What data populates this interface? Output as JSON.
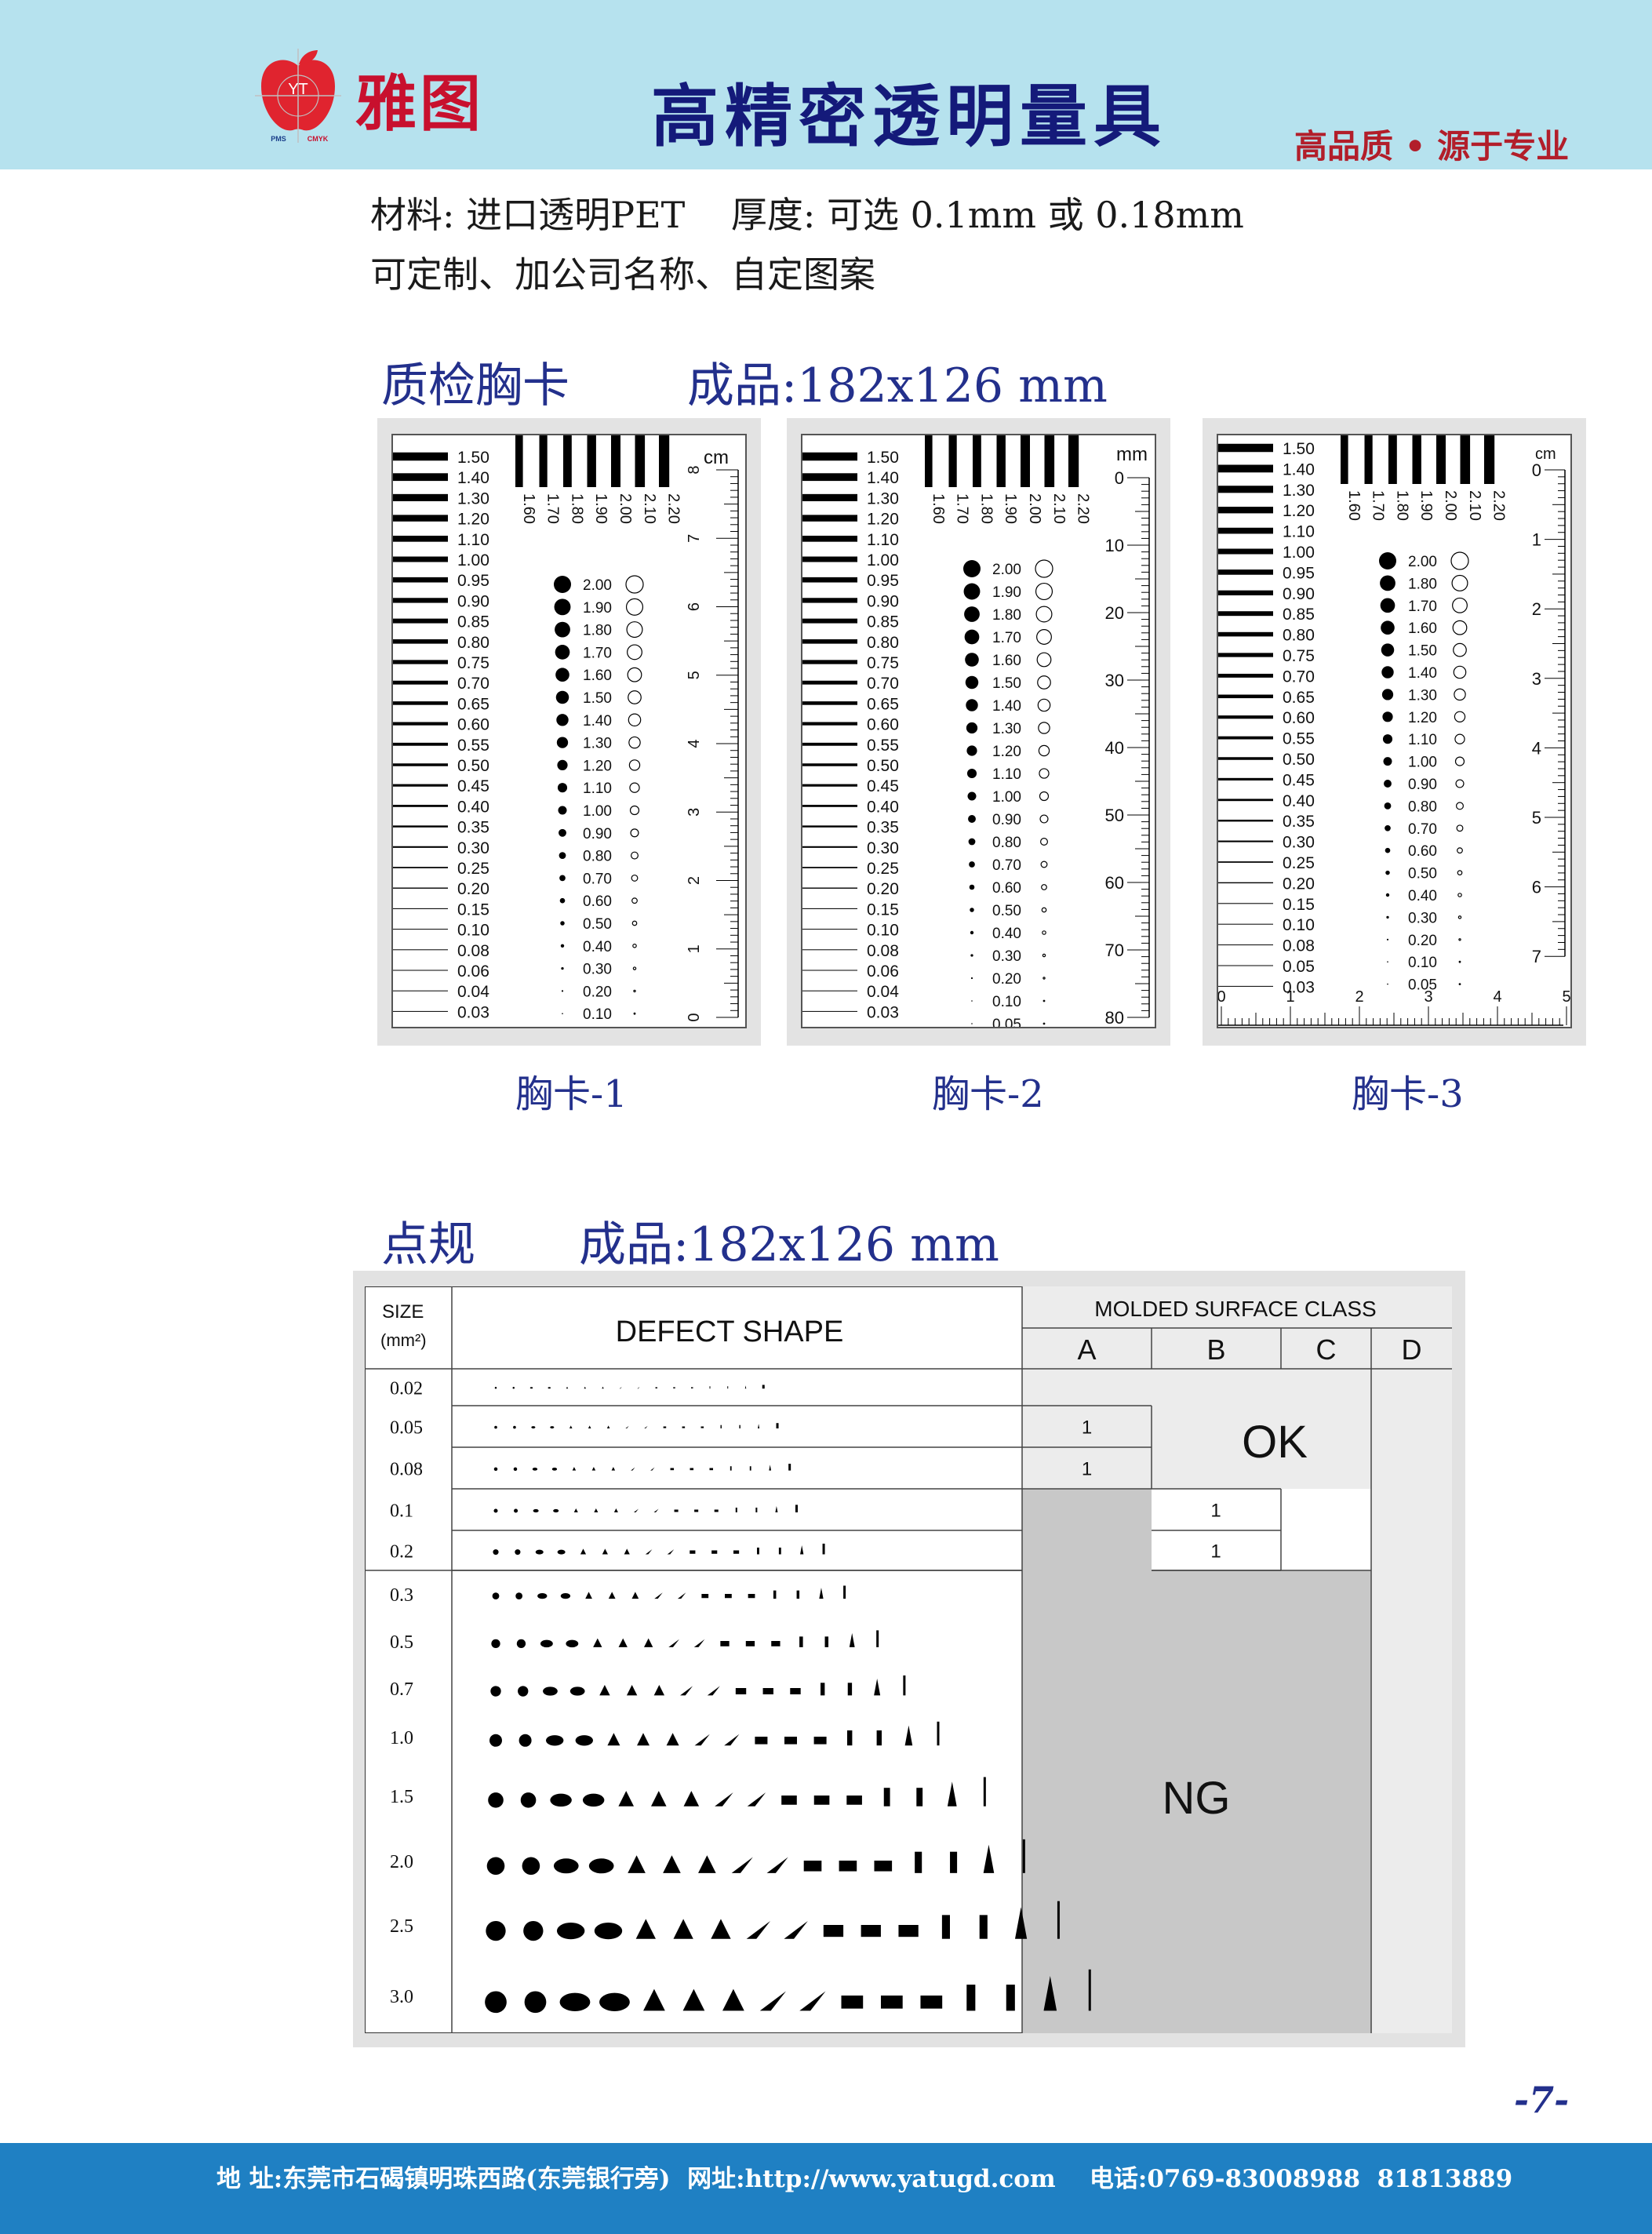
{
  "header": {
    "logo_text": "YT",
    "logo_sub_left": "PMS",
    "logo_sub_right": "CMYK",
    "brand": "雅图",
    "title": "高精密透明量具",
    "tagline": "高品质 • 源于专业",
    "colors": {
      "band": "#b6e2ee",
      "brand": "#c8102e",
      "title": "#141a7a"
    }
  },
  "specs": {
    "line1": "材料: 进口透明PET    厚度: 可选 0.1mm 或 0.18mm",
    "line2": "可定制、加公司名称、自定图案"
  },
  "section1": {
    "title": "质检胸卡",
    "size": "成品:182x126 mm",
    "cards": [
      {
        "caption": "胸卡-1",
        "unit": "cm"
      },
      {
        "caption": "胸卡-2",
        "unit": "mm"
      },
      {
        "caption": "胸卡-3",
        "unit": "cm"
      }
    ],
    "line_widths": [
      "1.50",
      "1.40",
      "1.30",
      "1.20",
      "1.10",
      "1.00",
      "0.95",
      "0.90",
      "0.85",
      "0.80",
      "0.75",
      "0.70",
      "0.65",
      "0.60",
      "0.55",
      "0.50",
      "0.45",
      "0.40",
      "0.35",
      "0.30",
      "0.25",
      "0.20",
      "0.15",
      "0.10",
      "0.08",
      "0.06",
      "0.04",
      "0.03"
    ],
    "line_widths_card3": [
      "1.50",
      "1.40",
      "1.30",
      "1.20",
      "1.10",
      "1.00",
      "0.95",
      "0.90",
      "0.85",
      "0.80",
      "0.75",
      "0.70",
      "0.65",
      "0.60",
      "0.55",
      "0.50",
      "0.45",
      "0.40",
      "0.35",
      "0.30",
      "0.25",
      "0.20",
      "0.15",
      "0.10",
      "0.08",
      "0.05",
      "0.03"
    ],
    "bar_labels": [
      "1.60",
      "1.70",
      "1.80",
      "1.90",
      "2.00",
      "2.10",
      "2.20"
    ],
    "dot_sizes": [
      "2.00",
      "1.90",
      "1.80",
      "1.70",
      "1.60",
      "1.50",
      "1.40",
      "1.30",
      "1.20",
      "1.10",
      "1.00",
      "0.90",
      "0.80",
      "0.70",
      "0.60",
      "0.50",
      "0.40",
      "0.30",
      "0.20",
      "0.10",
      "0.05"
    ],
    "dot_sizes_card3": [
      "2.00",
      "1.80",
      "1.70",
      "1.60",
      "1.50",
      "1.40",
      "1.30",
      "1.20",
      "1.10",
      "1.00",
      "0.90",
      "0.80",
      "0.70",
      "0.60",
      "0.50",
      "0.40",
      "0.30",
      "0.20",
      "0.10",
      "0.05"
    ],
    "ruler_cm": [
      "0",
      "1",
      "2",
      "3",
      "4",
      "5",
      "6",
      "7",
      "8"
    ],
    "ruler_mm": [
      "0",
      "10",
      "20",
      "30",
      "40",
      "50",
      "60",
      "70",
      "80"
    ],
    "ruler_card3_v": [
      "0",
      "1",
      "2",
      "3",
      "4",
      "5",
      "6",
      "7"
    ],
    "ruler_card3_h": [
      "0",
      "1",
      "2",
      "3",
      "4",
      "5"
    ]
  },
  "section2": {
    "title": "点规",
    "size": "成品:182x126 mm",
    "table": {
      "size_header": "SIZE",
      "size_unit": "(mm²)",
      "shape_header": "DEFECT SHAPE",
      "class_header": "MOLDED SURFACE CLASS",
      "classes": [
        "A",
        "B",
        "C",
        "D"
      ],
      "sizes": [
        "0.02",
        "0.05",
        "0.08",
        "0.1",
        "0.2",
        "0.3",
        "0.5",
        "0.7",
        "1.0",
        "1.5",
        "2.0",
        "2.5",
        "3.0"
      ],
      "a_counts": [
        "1",
        "1"
      ],
      "b_counts": [
        "1",
        "1"
      ],
      "ok_label": "OK",
      "ng_label": "NG"
    }
  },
  "page_number": "-7-",
  "footer": {
    "address": "地 址:东莞市石碣镇明珠西路(东莞银行旁)  网址:http://www.yatugd.com    电话:0769-83008988  81813889"
  }
}
